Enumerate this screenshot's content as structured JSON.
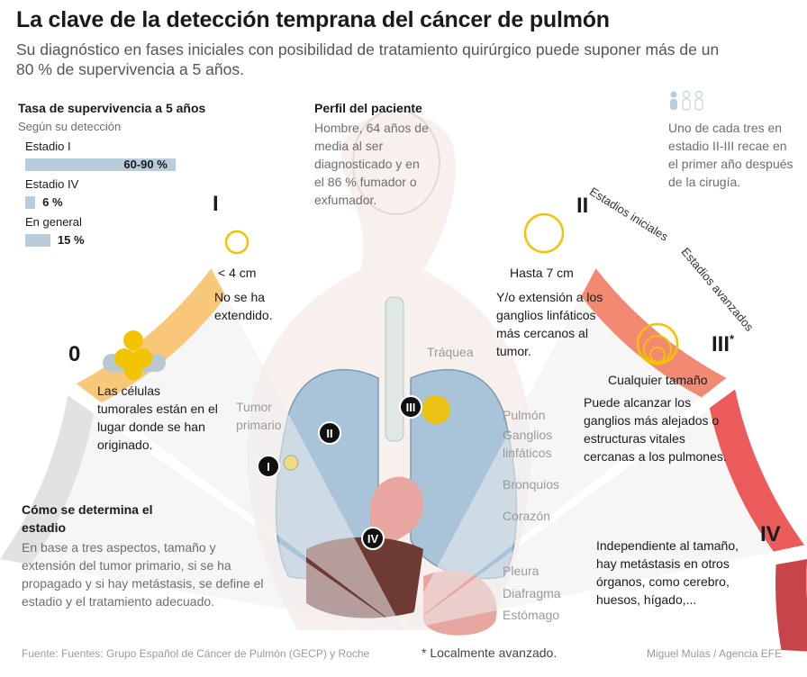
{
  "header": {
    "title": "La clave de la detección temprana del cáncer de pulmón",
    "subtitle": "Su diagnóstico en fases iniciales con posibilidad de tratamiento quirúrgico puede suponer más de un 80 % de supervivencia a 5 años."
  },
  "survival": {
    "title": "Tasa de supervivencia a 5 años",
    "subtitle": "Según su detección",
    "rows": [
      {
        "label": "Estadio I",
        "value_text": "60-90 %",
        "fraction": 0.9
      },
      {
        "label": "Estadio IV",
        "value_text": "6 %",
        "fraction": 0.06
      },
      {
        "label": "En general",
        "value_text": "15 %",
        "fraction": 0.15
      }
    ],
    "bar_color": "#b9ccdc"
  },
  "patient": {
    "title": "Perfil del paciente",
    "text": "Hombre, 64 años de media al ser diagnosticado y en el 86 % fumador o exfumador."
  },
  "recurrence": {
    "icon": "people-icon",
    "text": "Uno de cada tres en estadio II-III recae en el primer año después de la cirugía."
  },
  "arc_labels": {
    "initial": "Estadios iniciales",
    "advanced": "Estadios avanzados"
  },
  "stages": {
    "zero": {
      "roman": "0",
      "text": "Las células tumorales están en el lugar donde se han originado."
    },
    "one": {
      "roman": "I",
      "size": "< 4 cm",
      "text": "No se ha extendido."
    },
    "two": {
      "roman": "II",
      "size": "Hasta 7 cm",
      "text": "Y/o extensión a los ganglios linfáticos más cercanos al tumor."
    },
    "three": {
      "roman": "III",
      "note_mark": "*",
      "size": "Cualquier tamaño",
      "text": "Puede alcanzar los ganglios más alejados o estructuras vitales cercanas a los pulmones."
    },
    "four": {
      "roman": "IV",
      "text": "Independiente al tamaño, hay metástasis en otros órganos, como cerebro, huesos, hígado,..."
    }
  },
  "staging": {
    "title": "Cómo se determina el estadio",
    "text": "En base a tres aspectos, tamaño y extensión del tumor primario, si se ha propagado y si hay metástasis, se define el estadio y el tratamiento adecuado."
  },
  "anatomy": {
    "trachea": "Tráquea",
    "primary_tumor": "Tumor primario",
    "lung": "Pulmón",
    "lymph_nodes": "Ganglios linfáticos",
    "bronchi": "Bronquios",
    "heart": "Corazón",
    "pleura": "Pleura",
    "diaphragm": "Diafragma",
    "stomach": "Estómago",
    "markers": [
      "I",
      "II",
      "III",
      "IV"
    ]
  },
  "colors": {
    "stage_I": "#f9c77a",
    "stage_II": "#f28a73",
    "stage_III": "#ec5b5b",
    "stage_IV": "#c9444a",
    "sector_bg": "#efefef",
    "tumor": "#f2c300"
  },
  "footer": {
    "source": "Fuente: Fuentes: Grupo Español de Cáncer de Pulmón (GECP) y Roche",
    "note": "* Localmente avanzado.",
    "credit": "Miguel Mulas / Agencia EFE"
  }
}
